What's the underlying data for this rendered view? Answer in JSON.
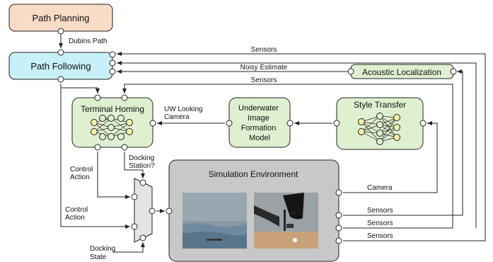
{
  "blocks": {
    "path_planning": {
      "label": "Path Planning",
      "fill": "#f9dcc8"
    },
    "path_following": {
      "label": "Path Following",
      "fill": "#c8f0f8"
    },
    "acoustic_localization": {
      "label": "Acoustic Localization",
      "fill": "#dff0d0"
    },
    "terminal_homing": {
      "label": "Terminal Homing",
      "fill": "#dff0d0"
    },
    "image_formation": {
      "lines": [
        "Underwater",
        "Image",
        "Formation",
        "Model"
      ],
      "fill": "#dff0d0"
    },
    "style_transfer": {
      "label": "Style Transfer",
      "fill": "#dff0d0"
    },
    "simulation": {
      "label": "Simulation Environment",
      "fill": "#c8c8c8"
    }
  },
  "edge_labels": {
    "dubins_path": "Dubins Path",
    "sensors_top": "Sensors",
    "noisy_estimate": "Noisy Estimate",
    "sensors_mid": "Sensors",
    "uw_looking_camera": [
      "UW Looking",
      "Camera"
    ],
    "docking_station": [
      "Docking",
      "Station?"
    ],
    "control_action_1": [
      "Control",
      "Action"
    ],
    "control_action_2": [
      "Control",
      "Action"
    ],
    "docking_state": [
      "Docking",
      "State"
    ],
    "camera": "Camera",
    "sensors_1": "Sensors",
    "sensors_2": "Sensors",
    "sensors_3": "Sensors"
  },
  "colors": {
    "stroke": "#222222",
    "node_fill": "#f5f0a8",
    "port_fill": "#ffffff",
    "mux_fill": "#e4e4e4"
  }
}
